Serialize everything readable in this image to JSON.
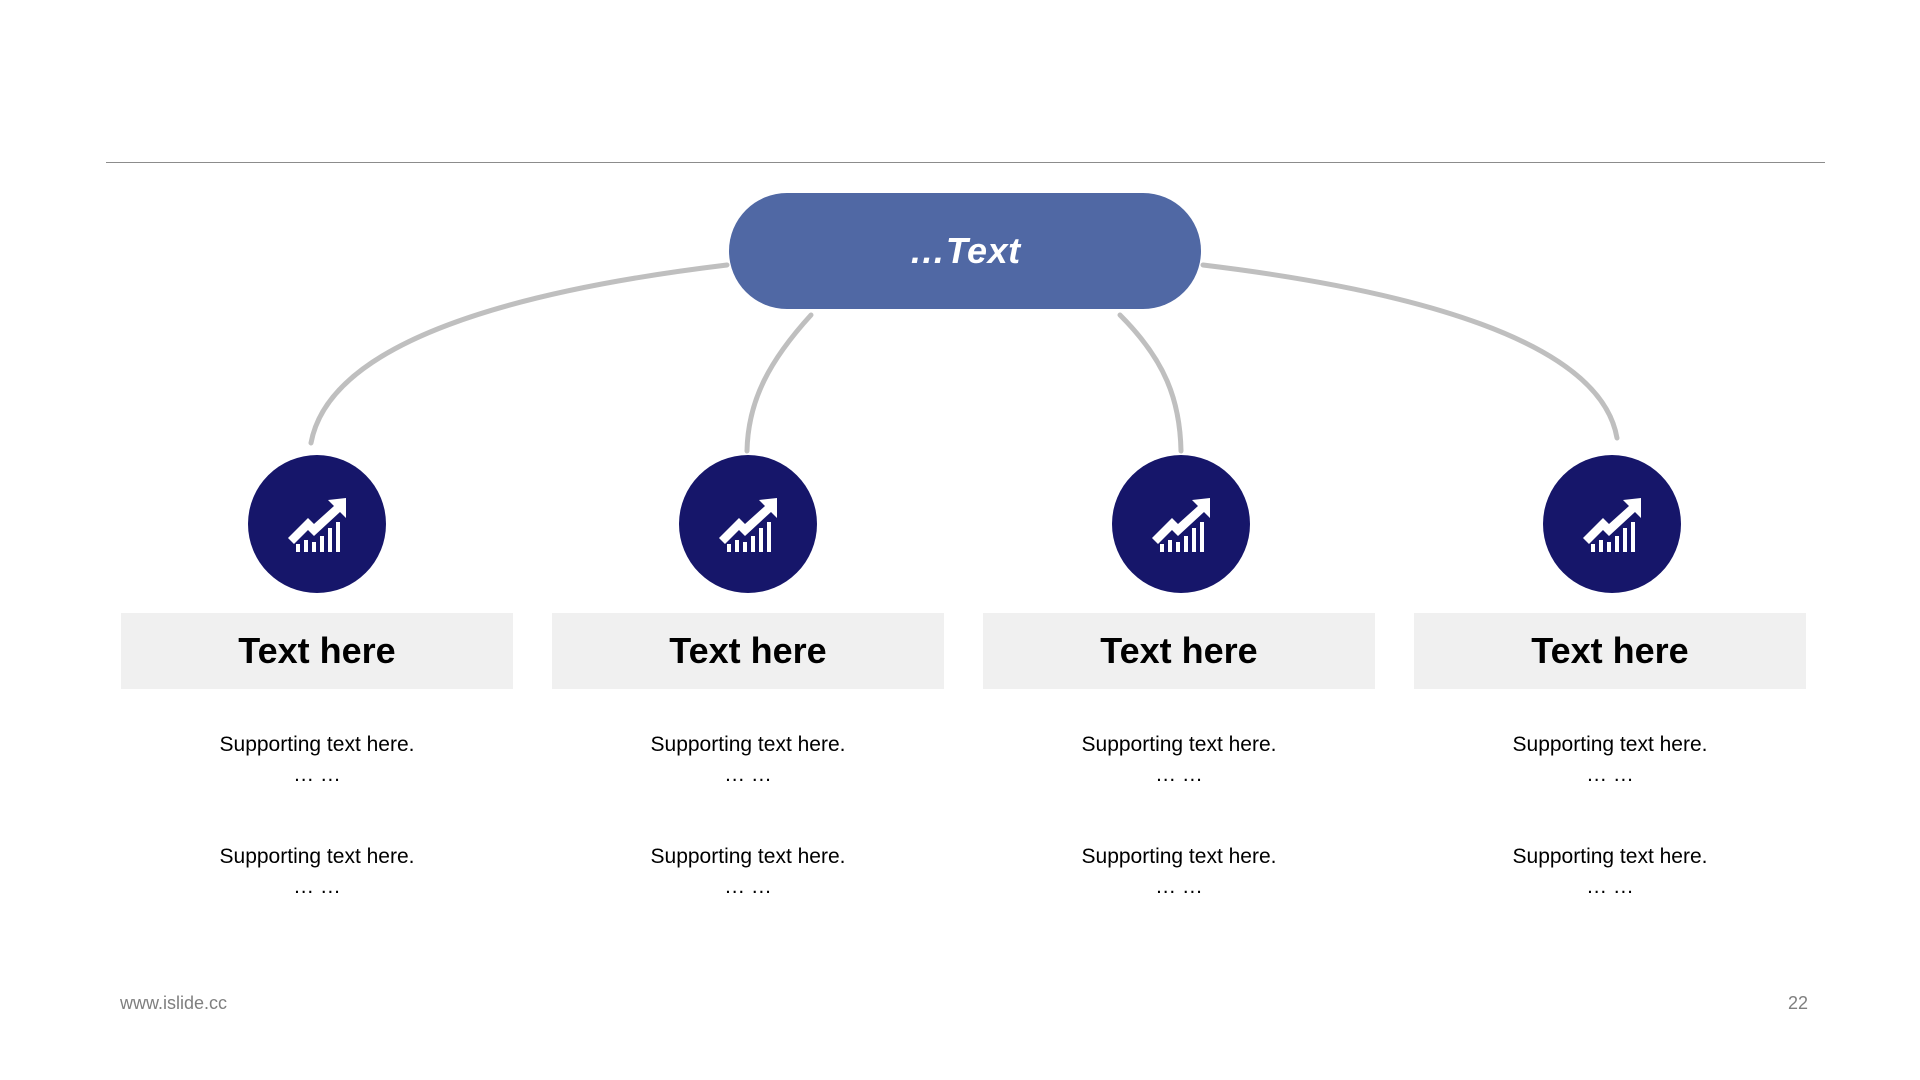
{
  "main_node": {
    "label": "…Text"
  },
  "columns": [
    {
      "icon": "chart-growth-icon",
      "title": "Text here",
      "support": [
        {
          "line1": "Supporting  text here.",
          "line2": "… …"
        },
        {
          "line1": "Supporting  text here.",
          "line2": "… …"
        }
      ]
    },
    {
      "icon": "chart-growth-icon",
      "title": "Text here",
      "support": [
        {
          "line1": "Supporting  text here.",
          "line2": "… …"
        },
        {
          "line1": "Supporting  text here.",
          "line2": "… …"
        }
      ]
    },
    {
      "icon": "chart-growth-icon",
      "title": "Text here",
      "support": [
        {
          "line1": "Supporting  text here.",
          "line2": "… …"
        },
        {
          "line1": "Supporting  text here.",
          "line2": "… …"
        }
      ]
    },
    {
      "icon": "chart-growth-icon",
      "title": "Text here",
      "support": [
        {
          "line1": "Supporting  text here.",
          "line2": "… …"
        },
        {
          "line1": "Supporting  text here.",
          "line2": "… …"
        }
      ]
    }
  ],
  "footer": {
    "url": "www.islide.cc",
    "page_number": "22"
  },
  "colors": {
    "pill": "#5068a4",
    "circle": "#16166a",
    "header_box": "#f0f0f0",
    "connector": "#bfbfbf",
    "rule": "#8c8c8c"
  }
}
